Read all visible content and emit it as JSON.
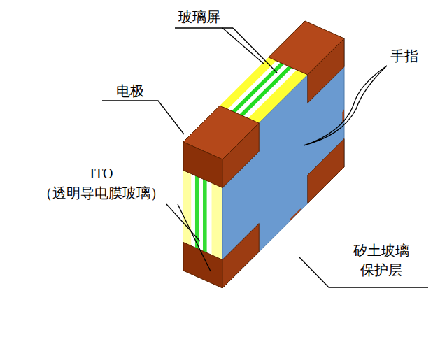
{
  "diagram": {
    "labels": [
      "玻璃屏",
      "手指",
      "电极",
      "ITO （透明导电膜玻璃）",
      "矽土玻璃 保护层"
    ]
  }
}
